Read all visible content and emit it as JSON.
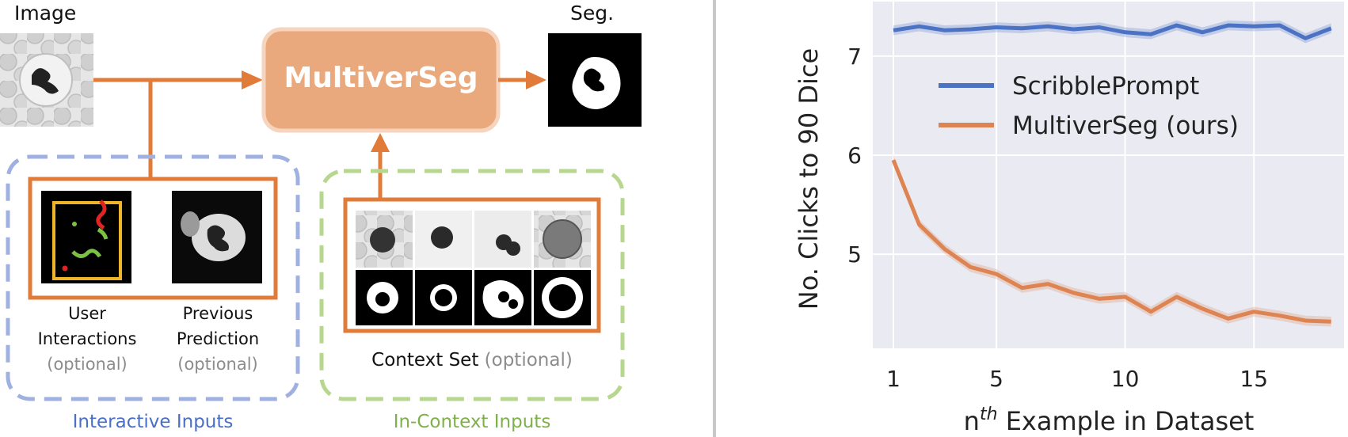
{
  "diagram": {
    "image_label": "Image",
    "seg_label": "Seg.",
    "model_label": "MultiverSeg",
    "user_interactions": [
      "User",
      "Interactions"
    ],
    "previous_prediction": [
      "Previous",
      "Prediction"
    ],
    "optional": "(optional)",
    "context_set": "Context Set",
    "context_optional": "(optional)",
    "interactive_inputs": "Interactive Inputs",
    "in_context_inputs": "In-Context Inputs",
    "colors": {
      "orange": "#e07b39",
      "model_fill": "#eaa97d",
      "blue_dashed": "#9fb1e0",
      "green_dashed": "#b7d78f"
    }
  },
  "chart_data": {
    "type": "line",
    "ylabel": "No. Clicks to 90 Dice",
    "xlabel_prefix": "n",
    "xlabel_sup": "th",
    "xlabel_suffix": " Example in Dataset",
    "x_ticks": [
      "1",
      "5",
      "10",
      "15"
    ],
    "y_ticks": [
      "5",
      "6",
      "7"
    ],
    "xlim": [
      0.2,
      18.5
    ],
    "ylim": [
      4.05,
      7.55
    ],
    "grid": true,
    "legend_position": "top-center",
    "x": [
      1,
      2,
      3,
      4,
      5,
      6,
      7,
      8,
      9,
      10,
      11,
      12,
      13,
      14,
      15,
      16,
      17,
      18
    ],
    "series": [
      {
        "name": "ScribblePrompt",
        "color": "#4c72c4",
        "values": [
          7.26,
          7.3,
          7.26,
          7.27,
          7.29,
          7.28,
          7.3,
          7.27,
          7.29,
          7.24,
          7.22,
          7.31,
          7.24,
          7.31,
          7.3,
          7.31,
          7.18,
          7.28
        ]
      },
      {
        "name": "MultiverSeg (ours)",
        "color": "#dd8452",
        "values": [
          5.95,
          5.3,
          5.05,
          4.87,
          4.8,
          4.66,
          4.7,
          4.61,
          4.55,
          4.57,
          4.42,
          4.57,
          4.45,
          4.35,
          4.42,
          4.38,
          4.33,
          4.32
        ]
      }
    ]
  }
}
